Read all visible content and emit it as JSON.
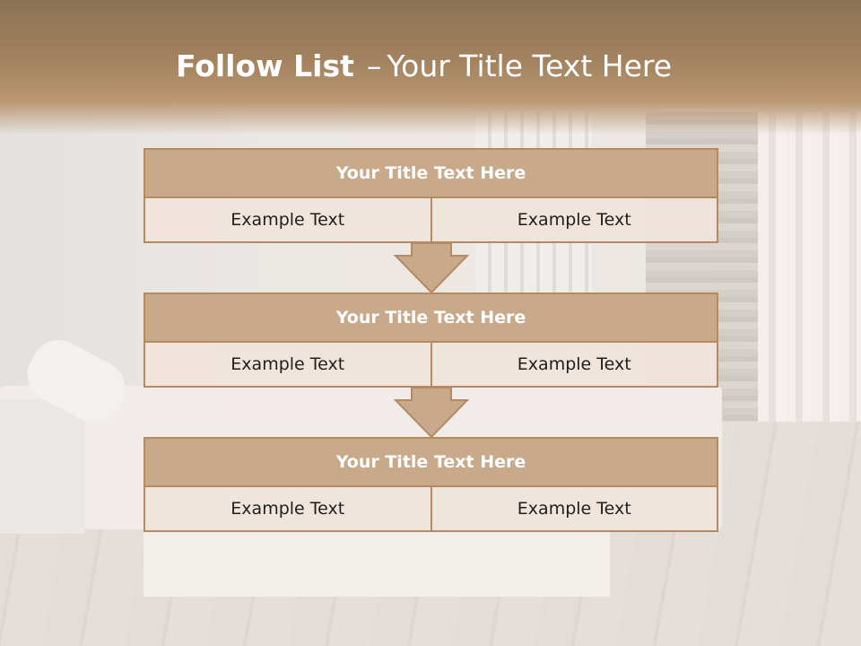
{
  "slide": {
    "title_bold": "Follow List",
    "title_dash": "–",
    "title_rest": "Your Title Text Here"
  },
  "steps": [
    {
      "heading": "Your Title Text Here",
      "left": "Example Text",
      "right": "Example Text"
    },
    {
      "heading": "Your Title Text Here",
      "left": "Example Text",
      "right": "Example Text"
    },
    {
      "heading": "Your Title Text Here",
      "left": "Example Text",
      "right": "Example Text"
    }
  ],
  "colors": {
    "accent": "#c8a98a",
    "border": "#b48a62",
    "cell_fill": "#f0e4dc",
    "title_band": "#a3835f"
  }
}
